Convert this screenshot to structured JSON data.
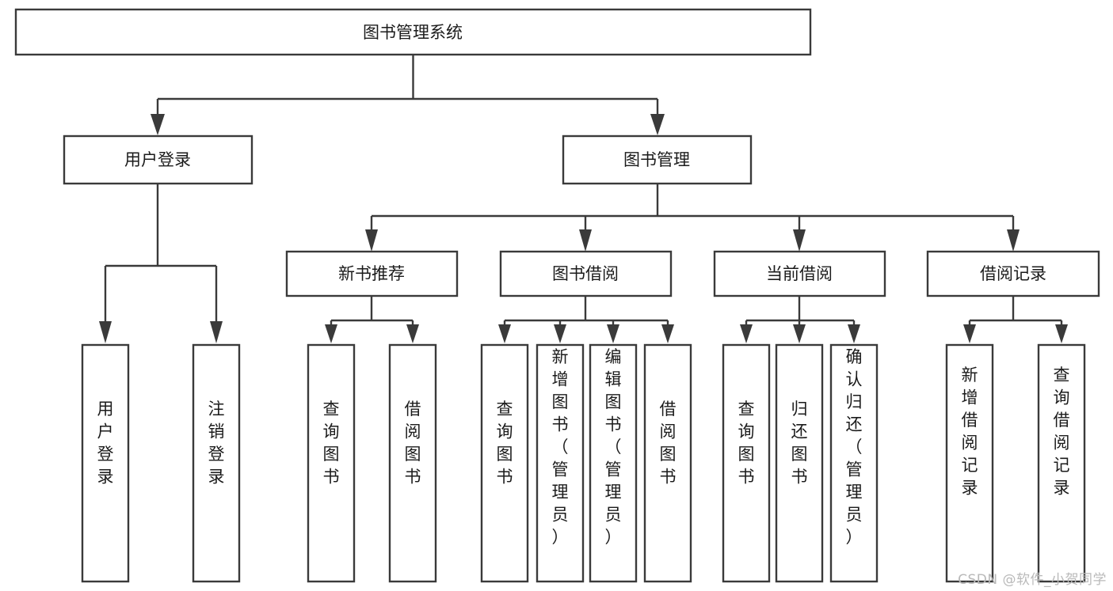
{
  "diagram": {
    "type": "tree",
    "title": "图书管理系统",
    "watermark": "CSDN @软件_小贺同学",
    "colors": {
      "stroke": "#3a3a3a",
      "box_fill": "#ffffff",
      "text": "#1b1b1b",
      "background": "#ffffff",
      "watermark": "#b9b9b9"
    },
    "levels": {
      "root": {
        "label": "图书管理系统"
      },
      "level2": [
        {
          "label": "用户登录"
        },
        {
          "label": "图书管理"
        }
      ],
      "level3": [
        {
          "label": "新书推荐"
        },
        {
          "label": "图书借阅"
        },
        {
          "label": "当前借阅"
        },
        {
          "label": "借阅记录"
        }
      ]
    },
    "leaves": {
      "user_login": [
        {
          "label": "用户登录"
        },
        {
          "label": "注销登录"
        }
      ],
      "new_book_recommend": [
        {
          "label": "查询图书"
        },
        {
          "label": "借阅图书"
        }
      ],
      "book_borrow": [
        {
          "label": "查询图书"
        },
        {
          "label": "新增图书（管理员）"
        },
        {
          "label": "编辑图书（管理员）"
        },
        {
          "label": "借阅图书"
        }
      ],
      "current_borrow": [
        {
          "label": "查询图书"
        },
        {
          "label": "归还图书"
        },
        {
          "label": "确认归还（管理员）"
        }
      ],
      "borrow_records": [
        {
          "label": "新增借阅记录"
        },
        {
          "label": "查询借阅记录"
        }
      ]
    }
  }
}
